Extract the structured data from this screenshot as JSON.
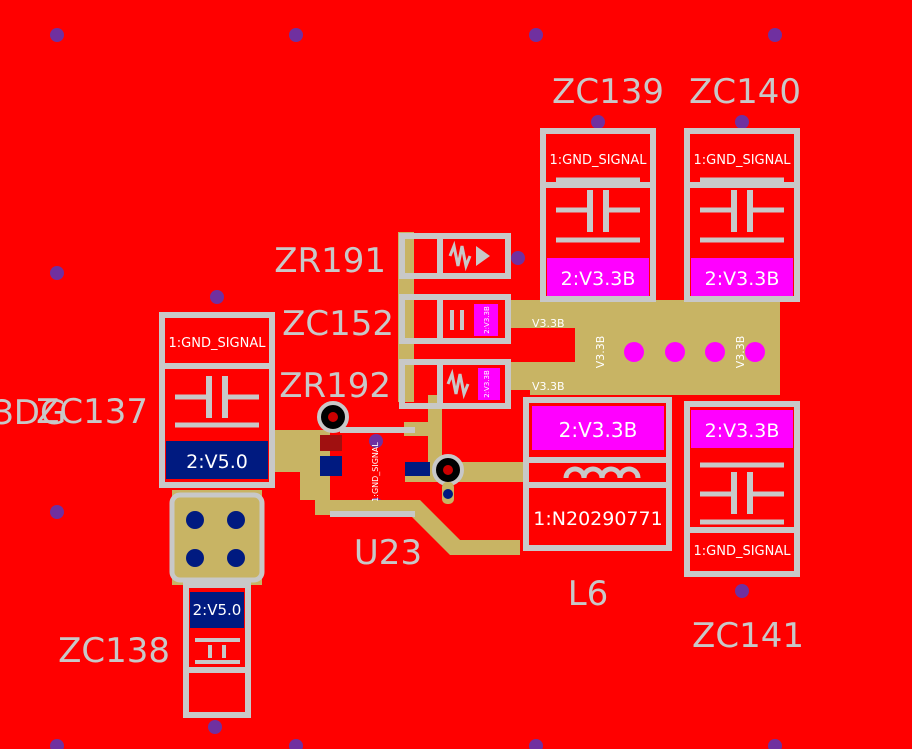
{
  "colors": {
    "board": "#ff0000",
    "silk": "#c8c8c8",
    "copper": "#c8b464",
    "pad_magenta": "#ff00ff",
    "pad_navy": "#001a80",
    "via": "#7030a0",
    "text": "#ffffff"
  },
  "components": {
    "zc139": {
      "ref": "ZC139",
      "pin1": "1:GND_SIGNAL",
      "pin2": "2:V3.3B"
    },
    "zc140": {
      "ref": "ZC140",
      "pin1": "1:GND_SIGNAL",
      "pin2": "2:V3.3B"
    },
    "zc141": {
      "ref": "ZC141",
      "pin1": "1:GND_SIGNAL",
      "pin2": "2:V3.3B"
    },
    "zc137": {
      "ref": "ZC137",
      "pin1": "1:GND_SIGNAL",
      "pin2": "2:V5.0"
    },
    "zc138": {
      "ref": "ZC138",
      "pin2": "2:V5.0"
    },
    "zr191": {
      "ref": "ZR191"
    },
    "zc152": {
      "ref": "ZC152",
      "pin_small": "2:V3.3B"
    },
    "zr192": {
      "ref": "ZR192",
      "pin_small": "2:V3.3B"
    },
    "u23": {
      "ref": "U23",
      "pin_label": "1:GND_SIGNAL"
    },
    "l6": {
      "ref": "L6",
      "pin1": "1:N20290771",
      "pin2": "2:V3.3B"
    }
  },
  "nets": {
    "v33b_a": "V3.3B",
    "v33b_b": "V3.3B",
    "v33b_c": "V3.3B",
    "v33b_d": "V3.3B"
  },
  "edge_text": "ЗDG"
}
